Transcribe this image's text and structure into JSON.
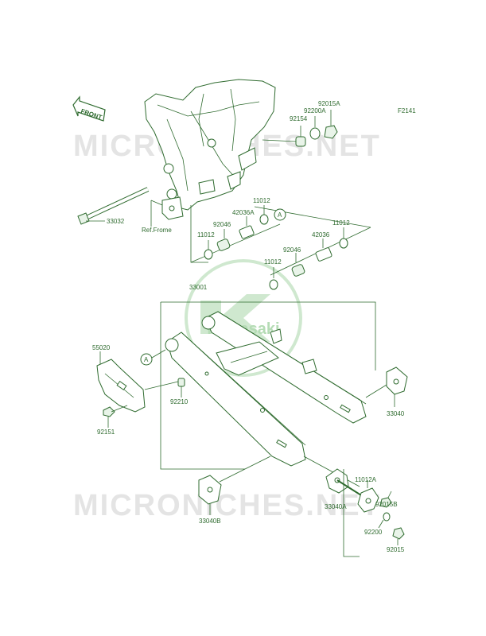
{
  "figure_code": "F2141",
  "front_label": "FRONT",
  "ref_label": "Ref.Frome",
  "watermark": "MICRONICHES.NET",
  "brand_logo": "Kawasaki",
  "callout_letter": "A",
  "parts": {
    "p92015A": "92015A",
    "p92200A": "92200A",
    "p92154": "92154",
    "p11012_a": "11012",
    "p42036A": "42036A",
    "p92046_a": "92046",
    "p11012_b": "11012",
    "p33032": "33032",
    "p11012_c": "11012",
    "p42036": "42036",
    "p92046_b": "92046",
    "p11012_d": "11012",
    "p33001": "33001",
    "p55020": "55020",
    "p92210": "92210",
    "p92151": "92151",
    "p33040": "33040",
    "p11012A": "11012A",
    "p92015B": "92015B",
    "p33040A": "33040A",
    "p92200": "92200",
    "p33040B": "33040B",
    "p92015": "92015"
  },
  "colors": {
    "line": "#2f6b2f",
    "watermark": "#e4e4e4",
    "logo": "#cfe8cf"
  }
}
